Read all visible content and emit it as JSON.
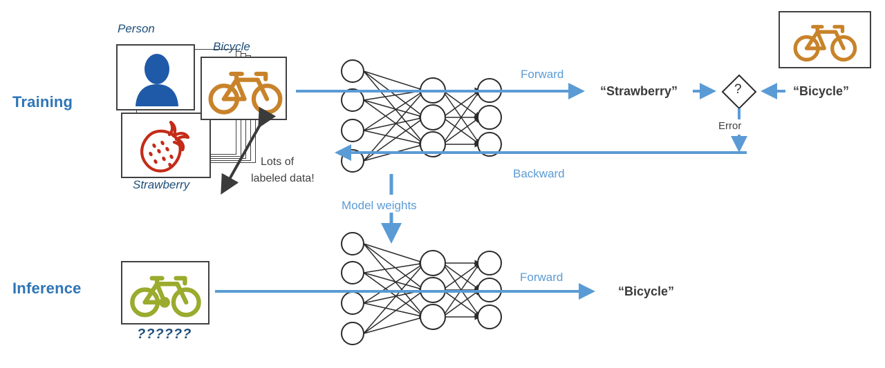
{
  "diagram": {
    "title_rows": [
      {
        "id": "training",
        "label": "Training"
      },
      {
        "id": "inference",
        "label": "Inference"
      }
    ],
    "colors": {
      "accent_blue": "#5b9bd5",
      "label_blue": "#2e75b6",
      "caption_blue": "#1f4e79",
      "person_blue": "#1f5aa8",
      "bicycle_orange": "#c8832a",
      "strawberry_red": "#c42b18",
      "bicycle_olive": "#9aab2e",
      "outline_dark": "#404040"
    },
    "training": {
      "row_label": "Training",
      "cards": [
        {
          "name": "person-card",
          "caption": "Person",
          "icon": "person-icon"
        },
        {
          "name": "bicycle-card",
          "caption": "Bicycle",
          "icon": "bicycle-icon"
        },
        {
          "name": "strawberry-card",
          "caption": "Strawberry",
          "icon": "strawberry-icon"
        }
      ],
      "stack_note": {
        "line1": "Lots of",
        "line2": "labeled data!"
      },
      "forward_label": "Forward",
      "backward_label": "Backward",
      "prediction": "“Strawberry”",
      "ground_truth": "“Bicycle”",
      "compare_symbol": "?",
      "error_label": "Error",
      "reference_image": {
        "name": "bicycle-reference-image",
        "icon": "bicycle-icon"
      }
    },
    "model_weights": {
      "label": "Model weights"
    },
    "inference": {
      "row_label": "Inference",
      "input_card": {
        "name": "bicycle-query-card",
        "icon": "bicycle-icon",
        "caption": "??????"
      },
      "forward_label": "Forward",
      "prediction": "“Bicycle”"
    },
    "network": {
      "layers": [
        {
          "name": "input-layer",
          "nodes": 4
        },
        {
          "name": "hidden-layer",
          "nodes": 3
        },
        {
          "name": "output-layer",
          "nodes": 3
        }
      ]
    }
  }
}
